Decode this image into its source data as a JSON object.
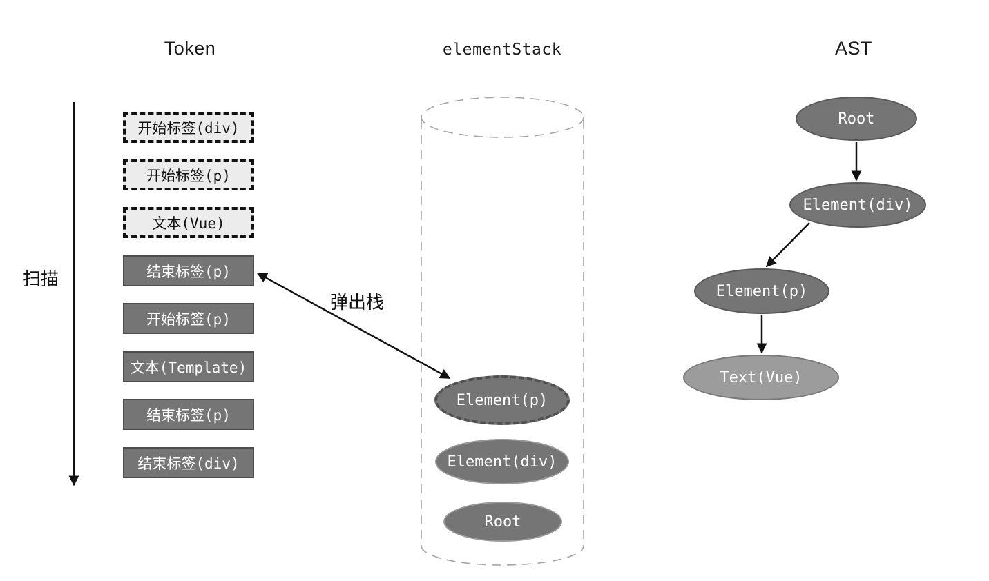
{
  "headers": {
    "token": "Token",
    "element_stack": "elementStack",
    "ast": "AST"
  },
  "labels": {
    "scan": "扫描",
    "pop_stack": "弹出栈"
  },
  "tokens": [
    {
      "label": "开始标签(div)",
      "style": "dashed"
    },
    {
      "label": "开始标签(p)",
      "style": "dashed"
    },
    {
      "label": "文本(Vue)",
      "style": "dashed"
    },
    {
      "label": "结束标签(p)",
      "style": "solid"
    },
    {
      "label": "开始标签(p)",
      "style": "solid"
    },
    {
      "label": "文本(Template)",
      "style": "solid"
    },
    {
      "label": "结束标签(p)",
      "style": "solid"
    },
    {
      "label": "结束标签(div)",
      "style": "solid"
    }
  ],
  "stack": {
    "items": [
      {
        "label": "Element(p)",
        "border": "dashed"
      },
      {
        "label": "Element(div)",
        "border": "solid"
      },
      {
        "label": "Root",
        "border": "solid"
      }
    ]
  },
  "ast": {
    "nodes": [
      {
        "label": "Root",
        "variant": "dark"
      },
      {
        "label": "Element(div)",
        "variant": "dark"
      },
      {
        "label": "Element(p)",
        "variant": "dark"
      },
      {
        "label": "Text(Vue)",
        "variant": "light"
      }
    ]
  },
  "colors": {
    "dark_node_fill": "#757575",
    "light_node_fill": "#9c9c9c",
    "consumed_token_fill": "#ececec",
    "cylinder_stroke": "#a6a6a6",
    "arrow_stroke": "#111111",
    "text_on_dark": "#ffffff",
    "text_on_light": "#111111"
  }
}
